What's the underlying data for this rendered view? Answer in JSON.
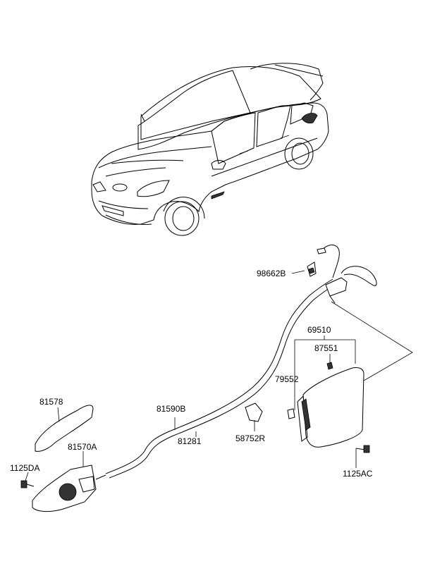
{
  "labels": {
    "p98662B": "98662B",
    "p69510": "69510",
    "p87551": "87551",
    "p79552": "79552",
    "p81578": "81578",
    "p81590B": "81590B",
    "p81281": "81281",
    "p58752R": "58752R",
    "p81570A": "81570A",
    "p1125DA": "1125DA",
    "p1125AC": "1125AC"
  }
}
